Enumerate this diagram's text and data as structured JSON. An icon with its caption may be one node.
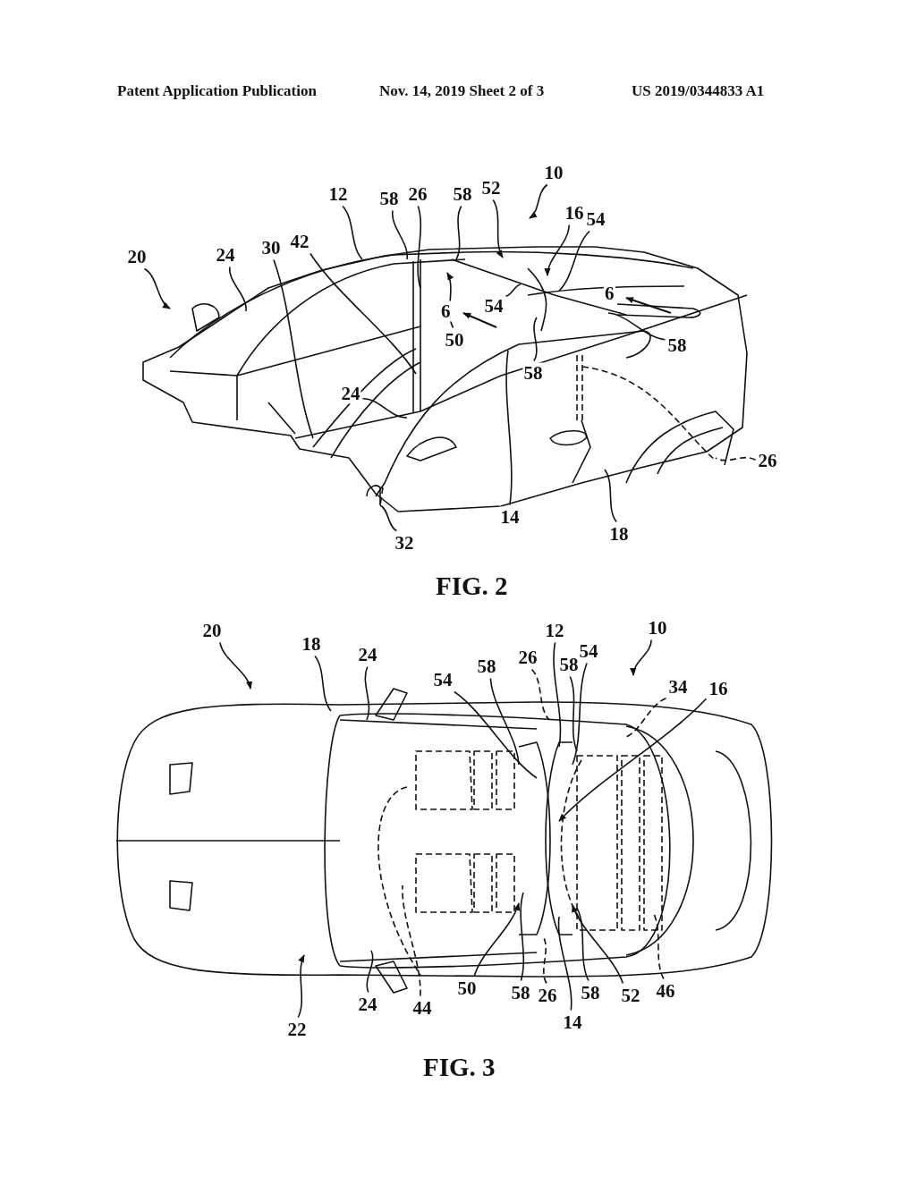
{
  "diagram": {
    "nodes": [
      {
        "text": [
          "12"
        ]
      },
      {
        "text": [
          "58"
        ]
      },
      {
        "text": [
          "26"
        ]
      },
      {
        "text": [
          "58"
        ]
      },
      {
        "text": [
          "52"
        ]
      },
      {
        "text": [
          "10"
        ]
      },
      {
        "text": [
          "16"
        ]
      },
      {
        "text": [
          "54"
        ]
      },
      {
        "text": [
          "20"
        ]
      },
      {
        "text": [
          "24"
        ]
      },
      {
        "text": [
          "30"
        ]
      },
      {
        "text": [
          "42"
        ]
      },
      {
        "text": [
          "50"
        ]
      },
      {
        "text": [
          "54"
        ]
      },
      {
        "text": [
          "58"
        ]
      },
      {
        "text": [
          "58"
        ]
      },
      {
        "text": [
          "24"
        ]
      },
      {
        "text": [
          "26"
        ]
      },
      {
        "text": [
          "32"
        ]
      },
      {
        "text": [
          "14"
        ]
      },
      {
        "text": [
          "18"
        ]
      },
      {
        "text": [
          "20"
        ]
      },
      {
        "text": [
          "18"
        ]
      },
      {
        "text": [
          "24"
        ]
      },
      {
        "text": [
          "54"
        ]
      },
      {
        "text": [
          "58"
        ]
      },
      {
        "text": [
          "26"
        ]
      },
      {
        "text": [
          "12"
        ]
      },
      {
        "text": [
          "58"
        ]
      },
      {
        "text": [
          "54"
        ]
      },
      {
        "text": [
          "10"
        ]
      },
      {
        "text": [
          "34"
        ]
      },
      {
        "text": [
          "16"
        ]
      },
      {
        "text": [
          "22"
        ]
      },
      {
        "text": [
          "24"
        ]
      },
      {
        "text": [
          "44"
        ]
      },
      {
        "text": [
          "50"
        ]
      },
      {
        "text": [
          "58"
        ]
      },
      {
        "text": [
          "26"
        ]
      },
      {
        "text": [
          "14"
        ]
      },
      {
        "text": [
          "58"
        ]
      },
      {
        "text": [
          "52"
        ]
      },
      {
        "text": [
          "46"
        ]
      }
    ],
    "edges": [
      {
        "from": 0,
        "to": null,
        "arrow": "none"
      },
      {
        "from": 1,
        "to": null,
        "arrow": "none"
      },
      {
        "from": 2,
        "to": null,
        "arrow": "none"
      },
      {
        "from": 3,
        "to": null,
        "arrow": "none"
      },
      {
        "from": 4,
        "to": null,
        "arrow": "to"
      },
      {
        "from": 5,
        "to": null,
        "arrow": "to"
      },
      {
        "from": 6,
        "to": null,
        "arrow": "to"
      },
      {
        "from": 7,
        "to": null,
        "arrow": "none"
      },
      {
        "from": 8,
        "to": null,
        "arrow": "to"
      },
      {
        "from": 9,
        "to": null,
        "arrow": "none"
      },
      {
        "from": 10,
        "to": null,
        "arrow": "none"
      },
      {
        "from": 11,
        "to": null,
        "arrow": "none"
      },
      {
        "from": 12,
        "to": null,
        "arrow": "to"
      },
      {
        "from": 13,
        "to": null,
        "arrow": "none"
      },
      {
        "from": 14,
        "to": null,
        "arrow": "none"
      },
      {
        "from": 15,
        "to": null,
        "arrow": "none"
      },
      {
        "from": 16,
        "to": null,
        "arrow": "none"
      },
      {
        "from": 17,
        "to": null,
        "arrow": "none",
        "style": "dashed"
      },
      {
        "from": 18,
        "to": null,
        "arrow": "none"
      },
      {
        "from": 19,
        "to": null,
        "arrow": "none"
      },
      {
        "from": 20,
        "to": null,
        "arrow": "none"
      },
      {
        "from": 21,
        "to": null,
        "arrow": "to"
      },
      {
        "from": 22,
        "to": null,
        "arrow": "none"
      },
      {
        "from": 23,
        "to": null,
        "arrow": "none"
      },
      {
        "from": 24,
        "to": null,
        "arrow": "none"
      },
      {
        "from": 25,
        "to": null,
        "arrow": "none"
      },
      {
        "from": 26,
        "to": null,
        "arrow": "none",
        "style": "dashed"
      },
      {
        "from": 27,
        "to": null,
        "arrow": "none"
      },
      {
        "from": 28,
        "to": null,
        "arrow": "none"
      },
      {
        "from": 29,
        "to": null,
        "arrow": "none"
      },
      {
        "from": 30,
        "to": null,
        "arrow": "to"
      },
      {
        "from": 31,
        "to": null,
        "arrow": "none",
        "style": "dashed"
      },
      {
        "from": 32,
        "to": null,
        "arrow": "to"
      },
      {
        "from": 33,
        "to": null,
        "arrow": "to"
      },
      {
        "from": 34,
        "to": null,
        "arrow": "none"
      },
      {
        "from": 35,
        "to": null,
        "arrow": "none",
        "style": "dashed"
      },
      {
        "from": 36,
        "to": null,
        "arrow": "to"
      },
      {
        "from": 37,
        "to": null,
        "arrow": "none"
      },
      {
        "from": 38,
        "to": null,
        "arrow": "none",
        "style": "dashed"
      },
      {
        "from": 39,
        "to": null,
        "arrow": "none"
      },
      {
        "from": 40,
        "to": null,
        "arrow": "none"
      },
      {
        "from": 41,
        "to": null,
        "arrow": "to"
      },
      {
        "from": 42,
        "to": null,
        "arrow": "none",
        "style": "dashed"
      }
    ],
    "labels": [
      "Patent Application Publication",
      "Nov. 14, 2019 Sheet 2 of 3",
      "US 2019/0344833 A1",
      "6",
      "6",
      "FIG. 2",
      "FIG. 3"
    ]
  }
}
